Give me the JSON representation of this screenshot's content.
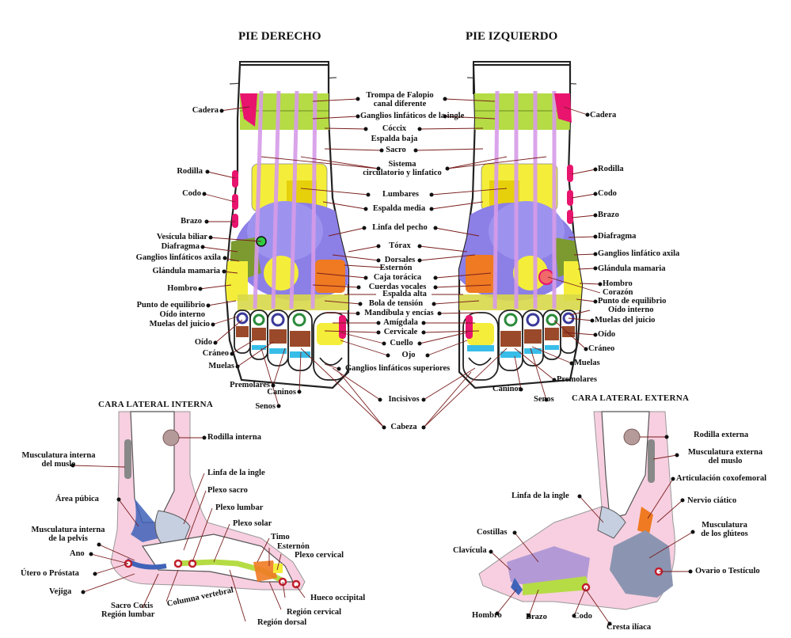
{
  "titles": {
    "right_foot": "PIE DERECHO",
    "left_foot": "PIE IZQUIERDO",
    "inner_side": "CARA LATERAL INTERNA",
    "outer_side": "CARA LATERAL EXTERNA"
  },
  "right_labels": {
    "cadera": "Cadera",
    "rodilla": "Rodilla",
    "codo": "Codo",
    "brazo": "Brazo",
    "vesicula": "Vesícula biliar",
    "diafragma": "Diafragma",
    "ganglios_axila": "Ganglios linfáticos axila",
    "glandula": "Glándula mamaria",
    "hombro": "Hombro",
    "punto": "Punto de equilibrio",
    "oido_interno": "Oído interno",
    "muelas_juicio": "Muelas del juicio",
    "oido": "Oído",
    "craneo": "Cráneo",
    "muelas": "Muelas",
    "premolares": "Premolares",
    "caninos": "Caninos",
    "senos": "Senos"
  },
  "center_labels": {
    "trompa": "Trompa de Falopio",
    "canal": "canal diferente",
    "ganglios_ingle": "Ganglios linfáticos de la ingle",
    "coccix": "Cóccix",
    "espalda_baja": "Espalda baja",
    "sacro": "Sacro",
    "sistema": "Sistema",
    "circulatorio": "circulatorio y linfatico",
    "lumbares": "Lumbares",
    "espalda_media": "Espalda media",
    "linfa_pecho": "Linfa del pecho",
    "torax": "Tórax",
    "dorsales": "Dorsales",
    "esternon": "Esternón",
    "caja": "Caja torácica",
    "cuerdas": "Cuerdas vocales",
    "espalda_alta": "Espalda alta",
    "bola": "Bola de tensión",
    "mandibula": "Mandíbula y encías",
    "amigdala": "Amígdala",
    "cervicale": "Cervicale",
    "cuello": "Cuello",
    "ojo": "Ojo",
    "ganglios_sup": "Ganglios linfáticos superiores",
    "incisivos": "Incisivos",
    "cabeza": "Cabeza"
  },
  "left_labels": {
    "cadera": "Cadera",
    "rodilla": "Rodilla",
    "codo": "Codo",
    "brazo": "Brazo",
    "diafragma": "Diafragma",
    "ganglio_axila": "Ganglios linfático axila",
    "glandula": "Glándula mamaria",
    "hombro": "Hombro",
    "corazon": "Corazón",
    "punto": "Punto de equilibrio",
    "oido_interno": "Oído interno",
    "muelas_juicio": "Muelas del juicio",
    "oido": "Oído",
    "craneo": "Cráneo",
    "muelas": "Muelas",
    "premolares": "Premolares",
    "caninos": "Caninos",
    "senos": "Senos"
  },
  "inner_labels": {
    "rodilla_interna": "Rodilla interna",
    "musc_muslo_1": "Musculatura interna",
    "musc_muslo_2": "del muslo",
    "linfa_ingle": "Linfa de la ingle",
    "plexo_sacro": "Plexo sacro",
    "area_pubica": "Área púbica",
    "plexo_lumbar": "Plexo lumbar",
    "musc_pelvis_1": "Musculatura interna",
    "musc_pelvis_2": "de la pelvis",
    "plexo_solar": "Plexo solar",
    "timo": "Timo",
    "ano": "Ano",
    "esternon": "Esternón",
    "plexo_cervical": "Plexo cervical",
    "utero": "Útero o Próstata",
    "vejiga": "Vejiga",
    "columna": "Columna vertebral",
    "hueco": "Hueco occipital",
    "sacro_coxis": "Sacro Coxis",
    "region_lumbar": "Región lumbar",
    "region_cervical": "Región cervical",
    "region_dorsal": "Región dorsal"
  },
  "outer_labels": {
    "rodilla_externa": "Rodilla externa",
    "musc_muslo_1": "Musculatura externa",
    "musc_muslo_2": "del muslo",
    "articulacion": "Articulación coxofemoral",
    "nervio": "Nervio ciático",
    "linfa_ingle": "Linfa de la ingle",
    "musc_gluteos_1": "Musculatura",
    "musc_gluteos_2": "de los glúteos",
    "costillas": "Costillas",
    "clavicula": "Clavícula",
    "ovario": "Ovario o Testículo",
    "hombro": "Hombro",
    "brazo": "Brazo",
    "codo": "Codo",
    "cresta": "Cresta ilíaca"
  },
  "colors": {
    "green": "#b5dc45",
    "yellow": "#f4ee3a",
    "blue_purple": "#8c7fe6",
    "orange": "#ef7a22",
    "magenta": "#e8146e",
    "brown": "#9a4a2a",
    "cyan": "#38bde8",
    "pink_line": "#d79be8",
    "olive": "#7c9a30",
    "lilac": "#b39ad6",
    "grey_blue": "#8b95b2"
  }
}
